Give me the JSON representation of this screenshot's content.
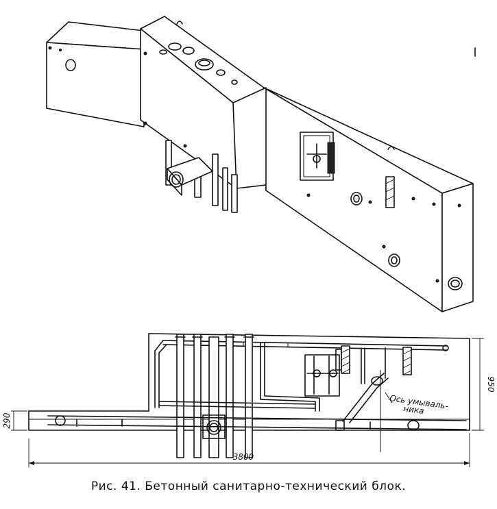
{
  "caption": "Рис. 41. Бетонный санитарно-технический блок.",
  "labels": {
    "washbasin_axis_line1": "Ось умываль-",
    "washbasin_axis_line2": "ника"
  },
  "dimensions": {
    "total_length": "3800",
    "height_left": "290",
    "height_right": "950"
  }
}
